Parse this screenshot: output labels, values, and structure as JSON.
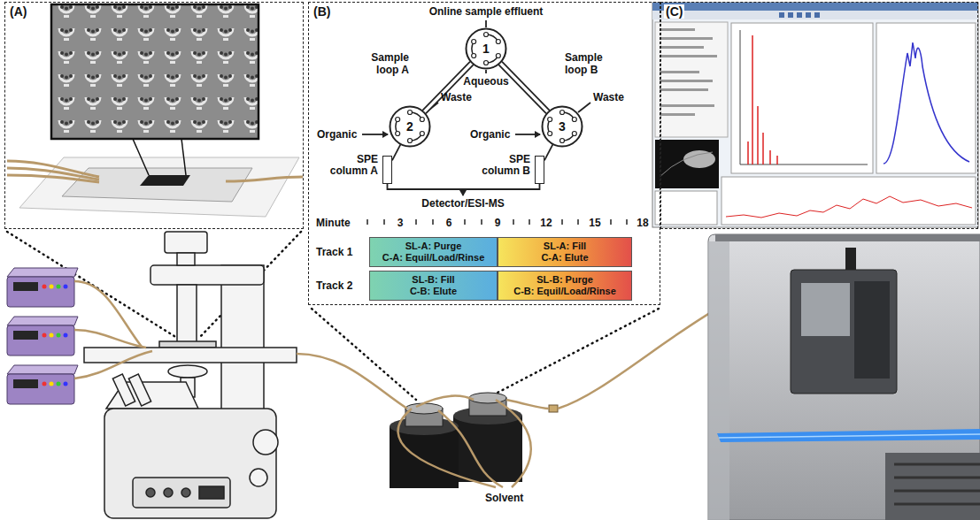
{
  "diagram": {
    "nodes": [
      {
        "text": [
          "(A)"
        ]
      },
      {
        "text": [
          "(B)"
        ]
      },
      {
        "text": [
          "1"
        ],
        "in": 1
      },
      {
        "text": [
          "2"
        ],
        "in": 1
      },
      {
        "text": [
          "3"
        ],
        "in": 1
      },
      {
        "text": [
          "SPE column A"
        ],
        "in": 1
      },
      {
        "text": [
          "SPE column B"
        ],
        "in": 1
      },
      {
        "text": [
          "SL-A: Purge",
          "C-A: Equil/Load/Rinse"
        ],
        "in": 1
      },
      {
        "text": [
          "SL-A: Fill",
          "C-A: Elute"
        ],
        "in": 1
      },
      {
        "text": [
          "SL-B: Fill",
          "C-B: Elute"
        ],
        "in": 1
      },
      {
        "text": [
          "SL-B: Purge",
          "C-B: Equil/Load/Rinse"
        ],
        "in": 1
      },
      {
        "text": [
          "(C)"
        ]
      }
    ],
    "edges": [
      {
        "from": 2,
        "to": 3,
        "label": "Sample loop A",
        "arrow": "none"
      },
      {
        "from": 2,
        "to": 4,
        "label": "Sample loop B",
        "arrow": "none"
      },
      {
        "from": 3,
        "to": 5,
        "arrow": "none"
      },
      {
        "from": 4,
        "to": 6,
        "arrow": "none"
      }
    ],
    "labels": [
      "Online sample effluent",
      "Aqueous",
      "Waste",
      "Waste",
      "Organic",
      "Organic",
      "Detector/ESI-MS",
      "Minute",
      "3",
      "6",
      "9",
      "12",
      "15",
      "18",
      "Track 1",
      "Track 2",
      "Solvent"
    ]
  }
}
